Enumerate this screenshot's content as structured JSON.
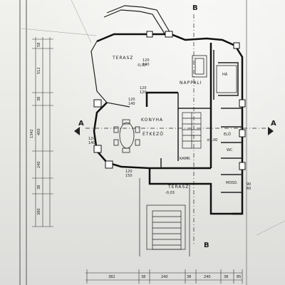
{
  "rooms": {
    "terasz_top": "TERASZ",
    "nappali": "NAPPALI",
    "konyha": "KONYHA",
    "etkezo": "ÉTKEZŐ",
    "kamra": "KAMR.",
    "terasz_bottom": "TERASZ",
    "ha": "HÁ",
    "eloszoba": "ELŐ",
    "wc": "WC",
    "mosdo": "MOSD."
  },
  "section_markers": {
    "a_left": "A",
    "a_right": "A",
    "b_top": "B",
    "b_bottom": "B"
  },
  "levels": {
    "top": "-0,03",
    "center": "±0,00",
    "bottom": "-0,03"
  },
  "openings": [
    "120",
    "140",
    "120",
    "120",
    "120",
    "140",
    "120",
    "140",
    "120",
    "150",
    "90",
    "60"
  ],
  "left_dims": [
    "58",
    "512",
    "38",
    "400",
    "240",
    "38",
    "380",
    "1342"
  ],
  "bottom_dims": [
    "382",
    "38",
    "240",
    "38",
    "240",
    "38",
    "85"
  ]
}
